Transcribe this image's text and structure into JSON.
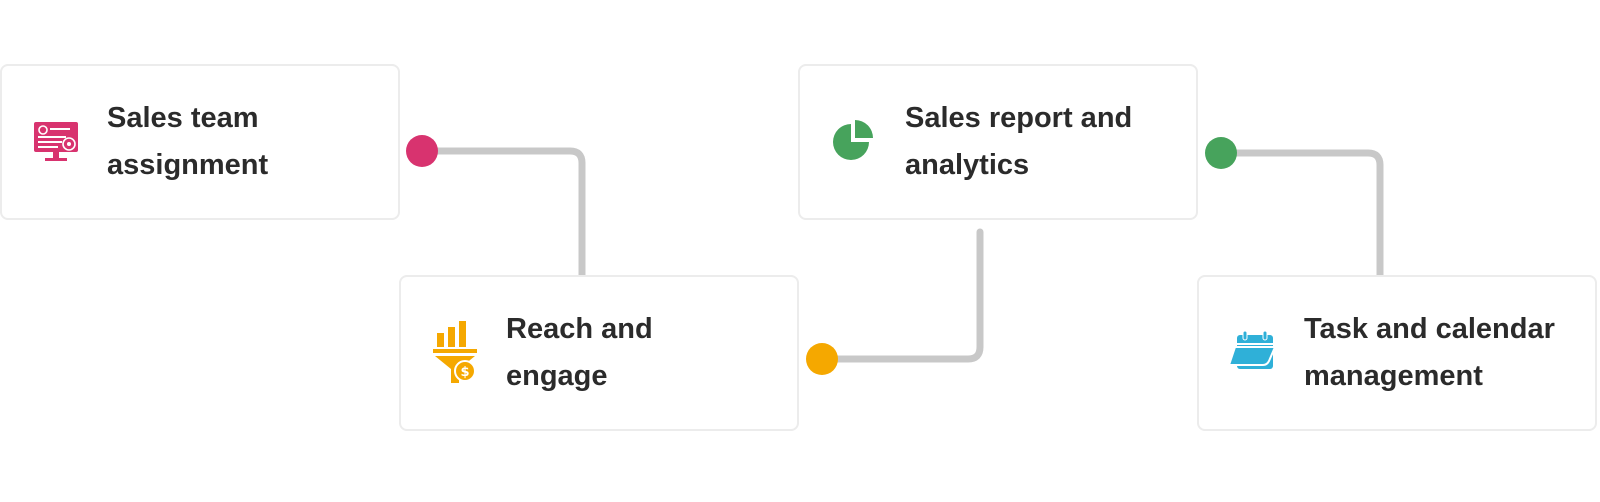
{
  "steps": [
    {
      "line1": "Sales team",
      "line2": "assignment",
      "icon": "monitor-settings-icon",
      "color": "#d8336f"
    },
    {
      "line1": "Reach and",
      "line2": "engage",
      "icon": "sales-funnel-icon",
      "color": "#f5a800"
    },
    {
      "line1": "Sales report and",
      "line2": "analytics",
      "icon": "pie-chart-icon",
      "color": "#47a35c"
    },
    {
      "line1": "Task and calendar",
      "line2": "management",
      "icon": "calendar-icon",
      "color": "#2fb0d8"
    }
  ],
  "colors": {
    "connector": "#c8c8c8",
    "card_border": "#ececec",
    "text": "#2b2b2b"
  }
}
